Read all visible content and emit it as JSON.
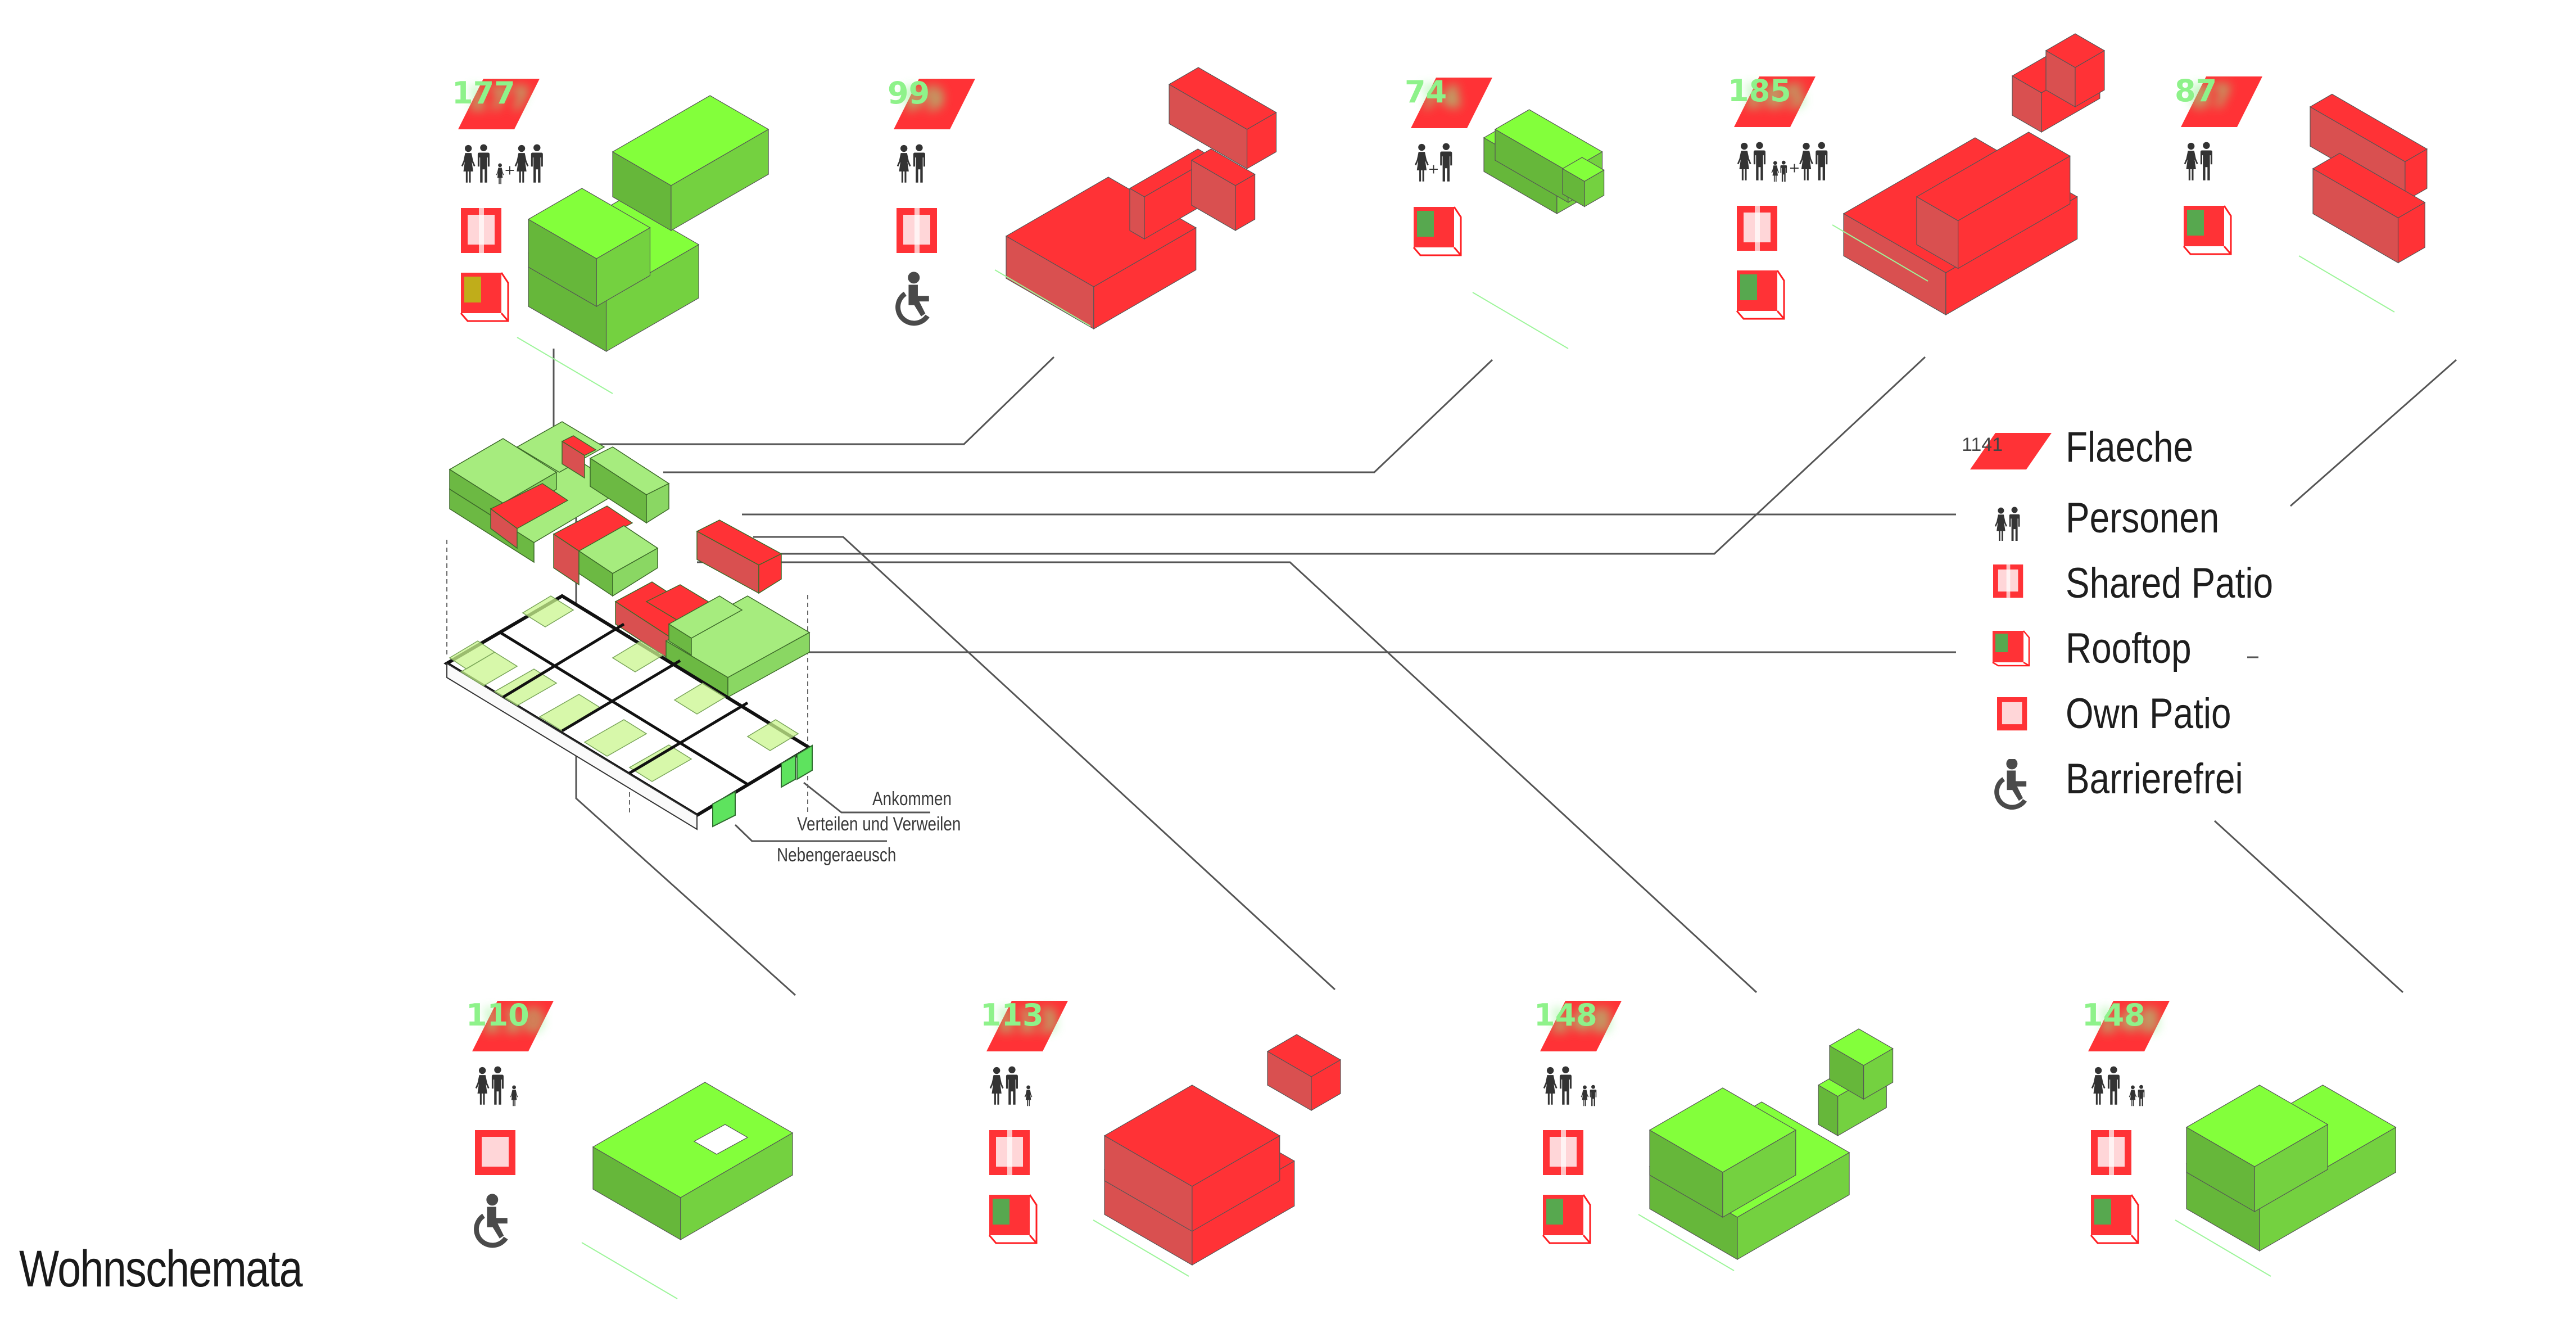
{
  "title": "Wohnschemata",
  "colors": {
    "red": "#ff3236",
    "red_side": "#d95050",
    "green": "#83ff3b",
    "green_side_dark": "#66b73a",
    "green_side_light": "#74d140",
    "pale_green": "#a6ec7e",
    "badge_text": "#8ef28a",
    "rooftop_green": "#57a84f",
    "rooftop_olive": "#c0ad1a",
    "patio_fill": "#ffd6d8",
    "icon_dark": "#333333",
    "line": "#555555"
  },
  "legend": {
    "badge_sample": "1141",
    "items": [
      {
        "icon": "area-parallelogram-icon",
        "label": "Flaeche"
      },
      {
        "icon": "persons-icon",
        "label": "Personen"
      },
      {
        "icon": "shared-patio-icon",
        "label": "Shared Patio"
      },
      {
        "icon": "rooftop-icon",
        "label": "Rooftop"
      },
      {
        "icon": "own-patio-icon",
        "label": "Own Patio"
      },
      {
        "icon": "wheelchair-icon",
        "label": "Barrierefrei"
      }
    ]
  },
  "annotations": {
    "ankommen": "Ankommen",
    "verteilen": "Verteilen und Verweilen",
    "nebengeraeusch": "Nebengeraeusch"
  },
  "units": [
    {
      "id": "u1",
      "area": "177",
      "persons": "couple + child + couple",
      "features": [
        "shared-patio",
        "rooftop-olive"
      ],
      "mass_color": "green"
    },
    {
      "id": "u2",
      "area": "99",
      "persons": "couple",
      "features": [
        "shared-patio",
        "wheelchair"
      ],
      "mass_color": "red"
    },
    {
      "id": "u3",
      "area": "74",
      "persons": "woman + man",
      "features": [
        "rooftop"
      ],
      "mass_color": "green"
    },
    {
      "id": "u4",
      "area": "185",
      "persons": "couple + two children + couple",
      "features": [
        "shared-patio",
        "rooftop"
      ],
      "mass_color": "red"
    },
    {
      "id": "u5",
      "area": "87",
      "persons": "couple",
      "features": [
        "rooftop"
      ],
      "mass_color": "red"
    },
    {
      "id": "u6",
      "area": "110",
      "persons": "couple + child",
      "features": [
        "own-patio",
        "wheelchair"
      ],
      "mass_color": "green"
    },
    {
      "id": "u7",
      "area": "113",
      "persons": "couple + child",
      "features": [
        "shared-patio",
        "rooftop"
      ],
      "mass_color": "red"
    },
    {
      "id": "u8",
      "area": "148",
      "persons": "couple + two children",
      "features": [
        "shared-patio",
        "rooftop"
      ],
      "mass_color": "green"
    },
    {
      "id": "u9",
      "area": "148",
      "persons": "couple + two children",
      "features": [
        "shared-patio",
        "rooftop"
      ],
      "mass_color": "green"
    }
  ]
}
